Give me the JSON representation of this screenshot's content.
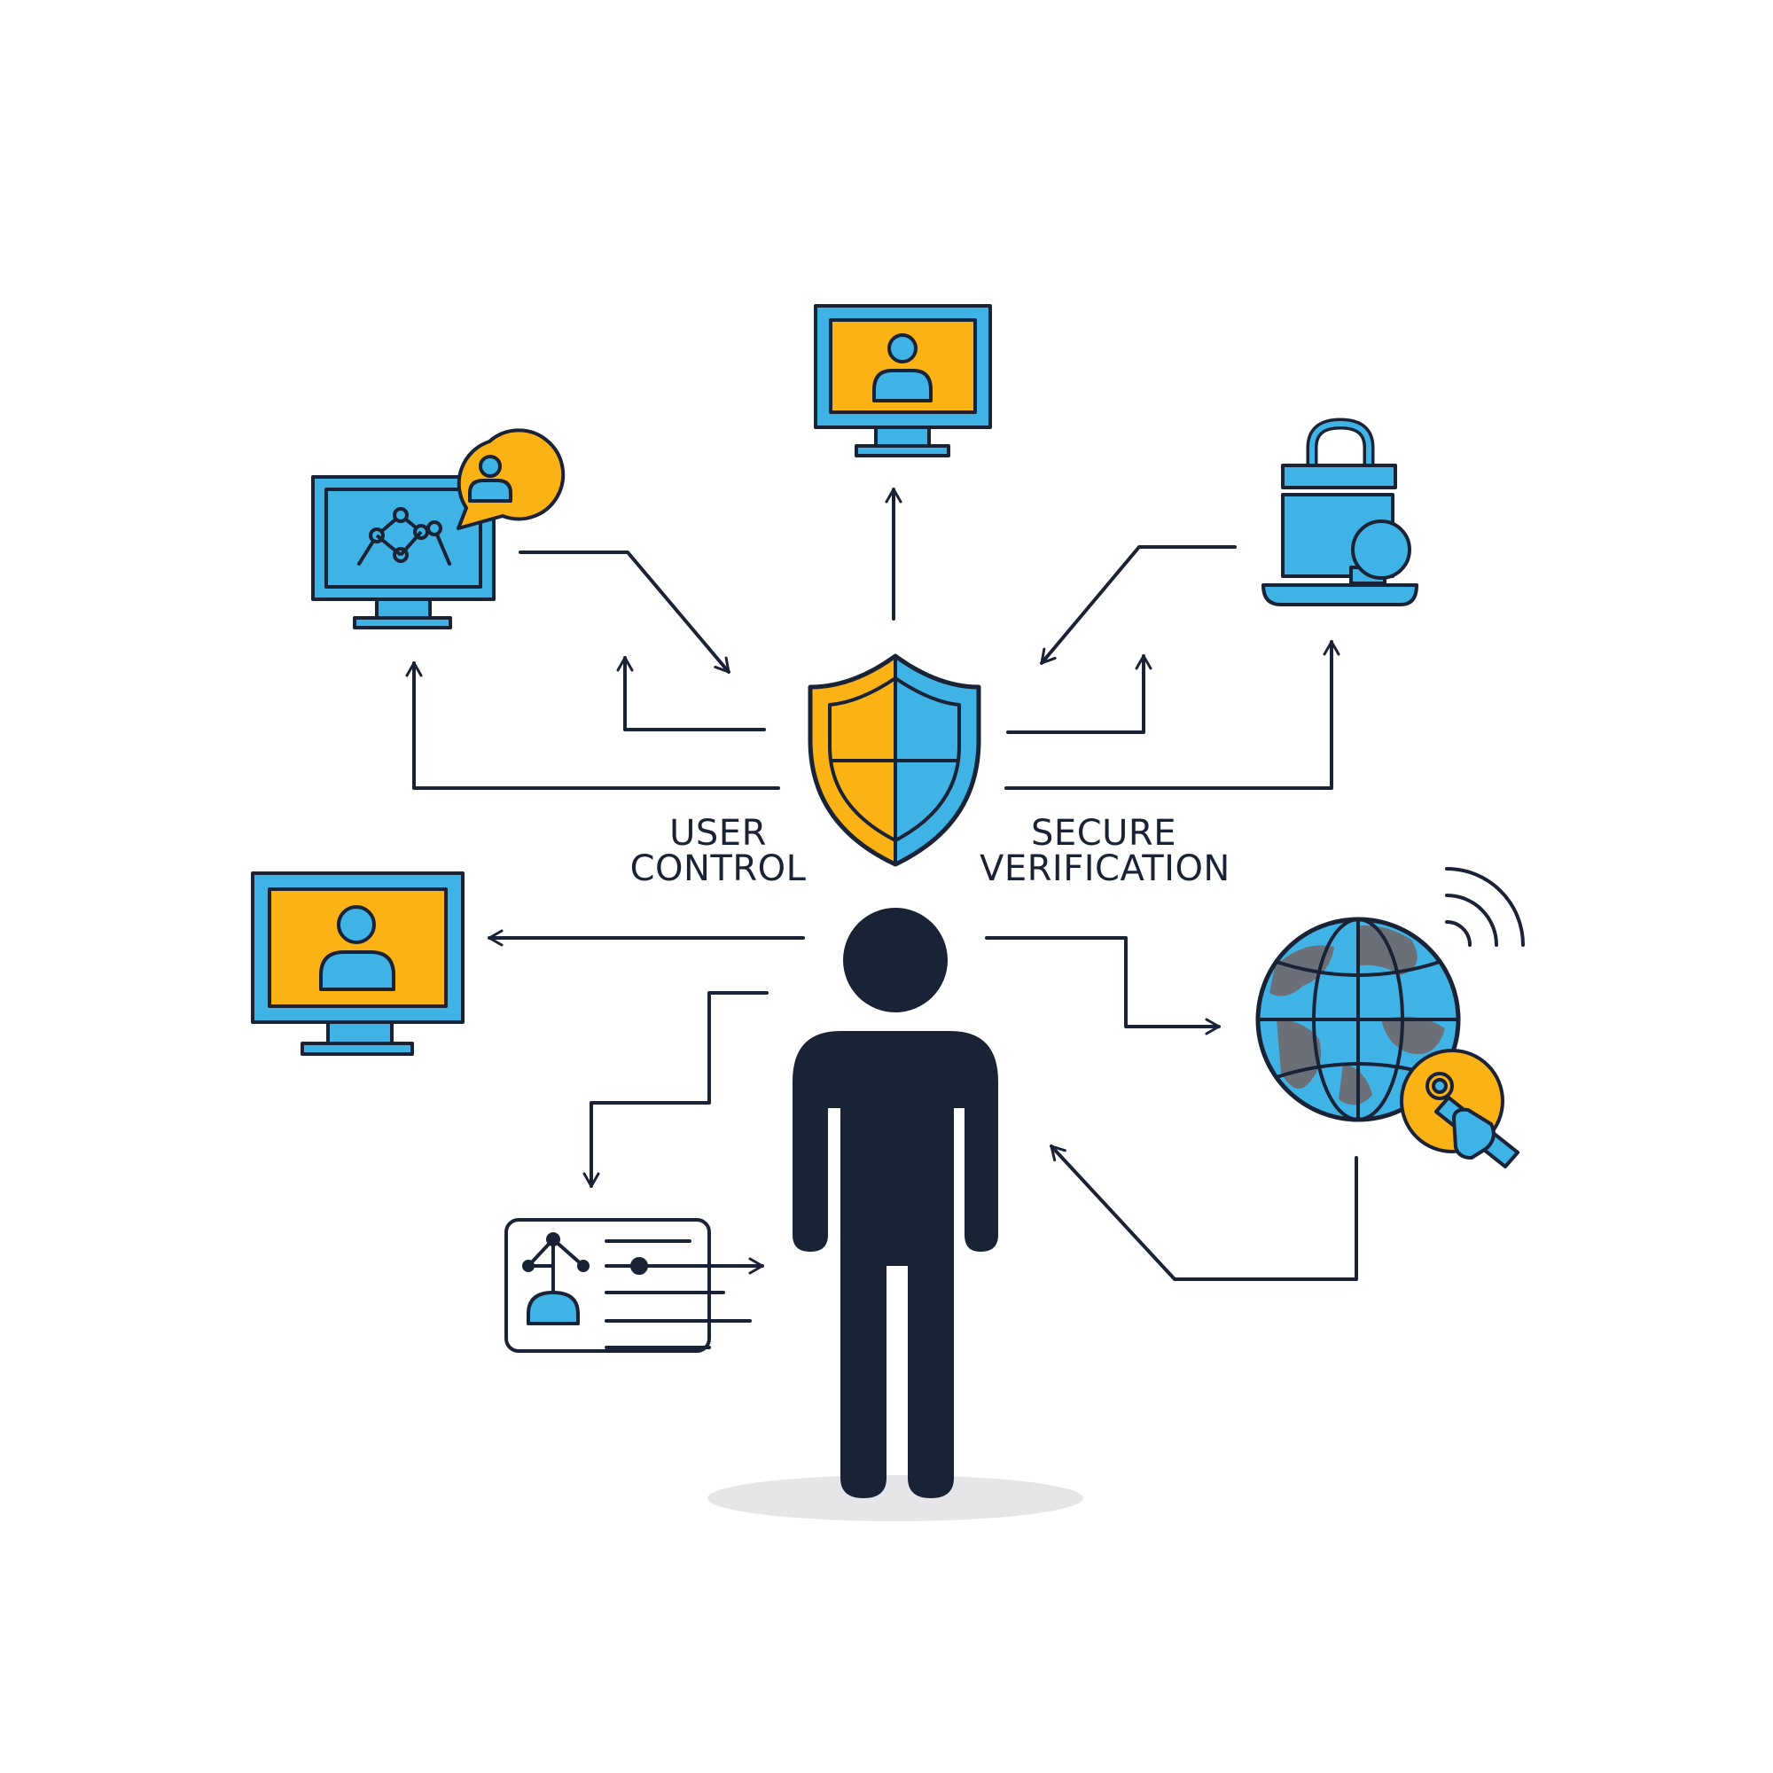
{
  "labels": {
    "user_control": [
      "USER",
      "CONTROL"
    ],
    "secure_verification": [
      "SECURE",
      "VERIFICATION"
    ]
  },
  "colors": {
    "ink": "#1a2236",
    "blue": "#3fb3e6",
    "orange": "#fbb215",
    "globe_gray": "#6b7078",
    "shadow": "#e6e6e8"
  },
  "icons": [
    "analytics-monitor-icon",
    "user-chat-bubble-icon",
    "user-profile-monitor-icon",
    "padlock-laptop-icon",
    "security-shield-icon",
    "person-icon",
    "id-card-icon",
    "globe-icon",
    "wireless-signal-icon",
    "key-badge-icon"
  ]
}
